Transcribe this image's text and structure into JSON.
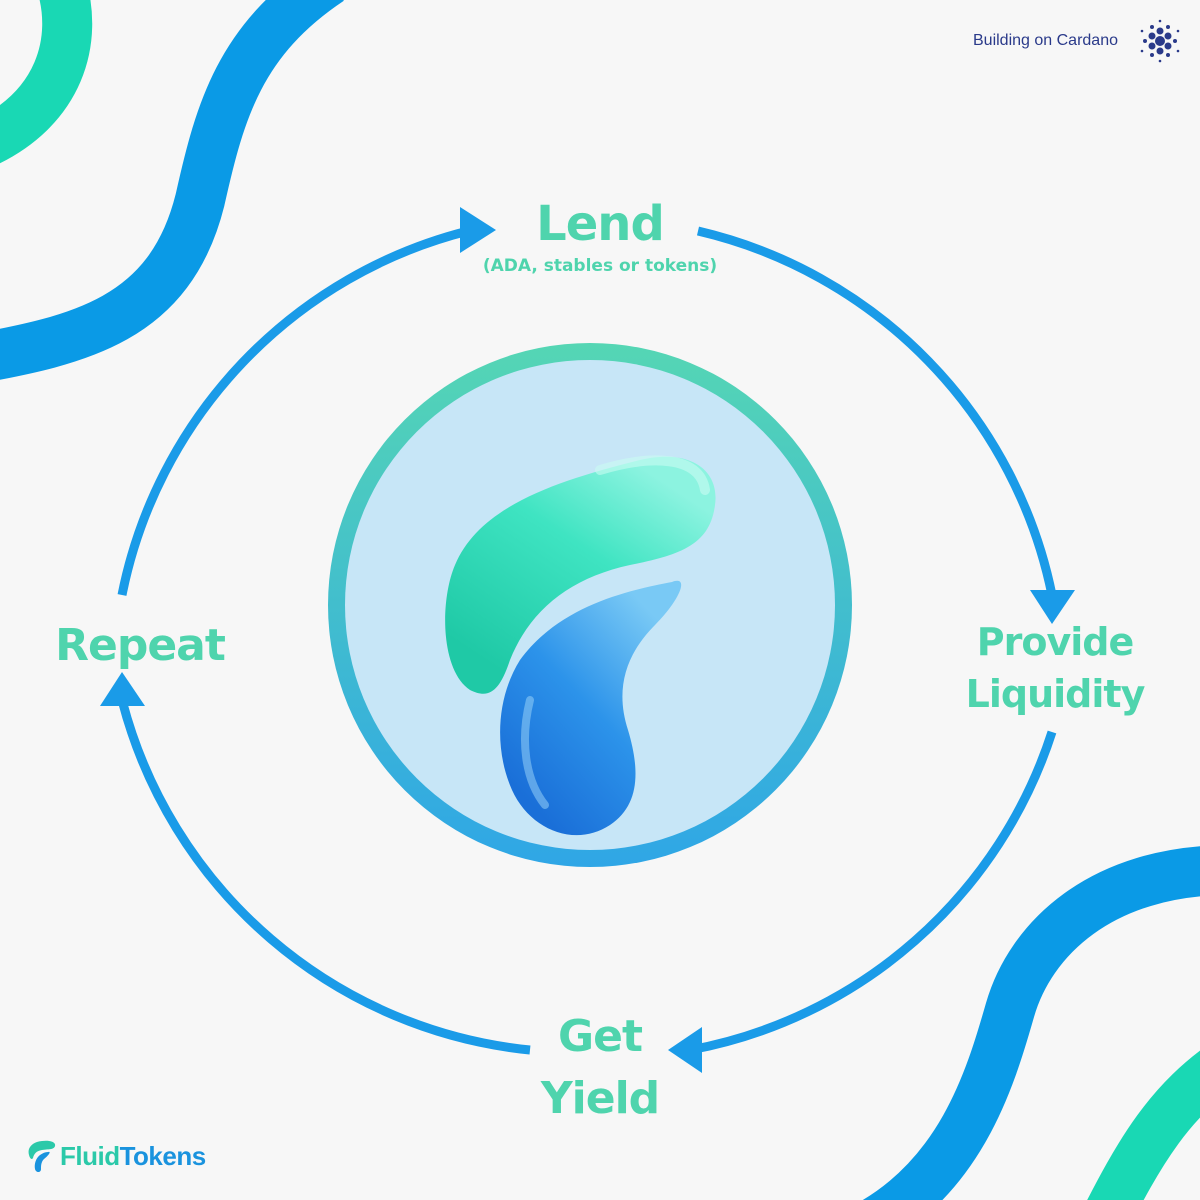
{
  "header": {
    "badge_text": "Building on Cardano",
    "badge_icon": "cardano-logo-icon"
  },
  "cycle": {
    "steps": [
      {
        "title": "Lend",
        "subtitle": "(ADA, stables or tokens)"
      },
      {
        "title_line1": "Provide",
        "title_line2": "Liquidity"
      },
      {
        "title_line1": "Get",
        "title_line2": "Yield"
      },
      {
        "title": "Repeat"
      }
    ]
  },
  "brand": {
    "part1": "Fluid",
    "part2": "Tokens",
    "logo_icon": "fluidtokens-drop-logo-icon"
  },
  "colors": {
    "arrow_blue": "#1a9be8",
    "label_green": "#4fd4ad",
    "wave_green": "#19d8b4",
    "wave_blue": "#0a9ae6",
    "circle_fill": "#c7e6f7",
    "background": "#f7f7f7"
  }
}
